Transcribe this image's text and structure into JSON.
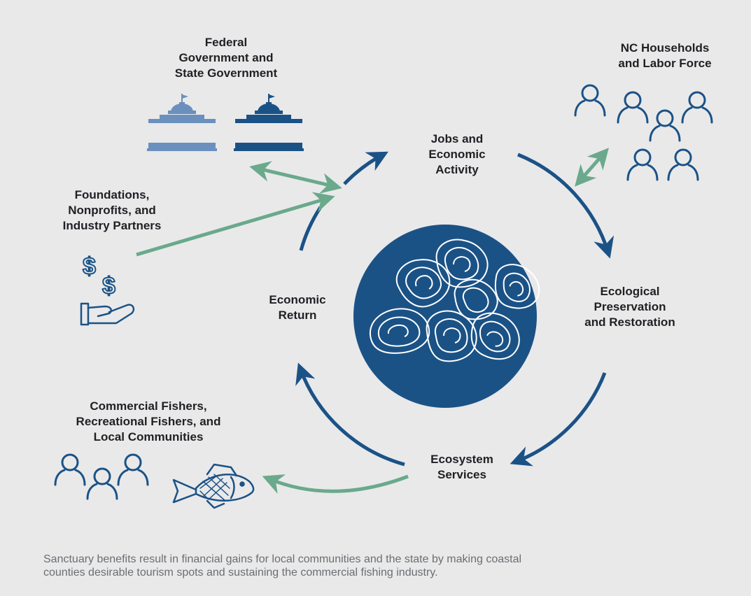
{
  "colors": {
    "background": "#e9e9ea",
    "navy": "#1b5286",
    "light_blue": "#6b90bd",
    "green": "#6aa98c",
    "text": "#1f2023",
    "caption": "#6b6e72"
  },
  "labels": {
    "government": [
      "Federal",
      "Government and",
      "State Government"
    ],
    "households": [
      "NC Households",
      "and Labor Force"
    ],
    "jobs": [
      "Jobs and",
      "Economic",
      "Activity"
    ],
    "foundations": [
      "Foundations,",
      "Nonprofits, and",
      "Industry Partners"
    ],
    "ecological": [
      "Ecological",
      "Preservation",
      "and Restoration"
    ],
    "economic_return": [
      "Economic",
      "Return"
    ],
    "fishers": [
      "Commercial Fishers,",
      "Recreational Fishers, and",
      "Local Communities"
    ],
    "ecosystem": [
      "Ecosystem",
      "Services"
    ]
  },
  "icons": {
    "government": [
      "capitol-building-icon",
      "capitol-building-icon"
    ],
    "households": [
      "person-icon",
      "person-icon",
      "person-icon",
      "person-icon",
      "person-icon",
      "person-icon"
    ],
    "foundations": [
      "money-hand-icon"
    ],
    "center": [
      "oyster-cluster-icon"
    ],
    "fishers": [
      "person-icon",
      "person-icon",
      "person-icon",
      "fish-icon"
    ]
  },
  "caption": [
    "Sanctuary benefits result in financial gains for local communities and the state by making coastal",
    "counties desirable tourism spots and sustaining the commercial fishing industry."
  ]
}
